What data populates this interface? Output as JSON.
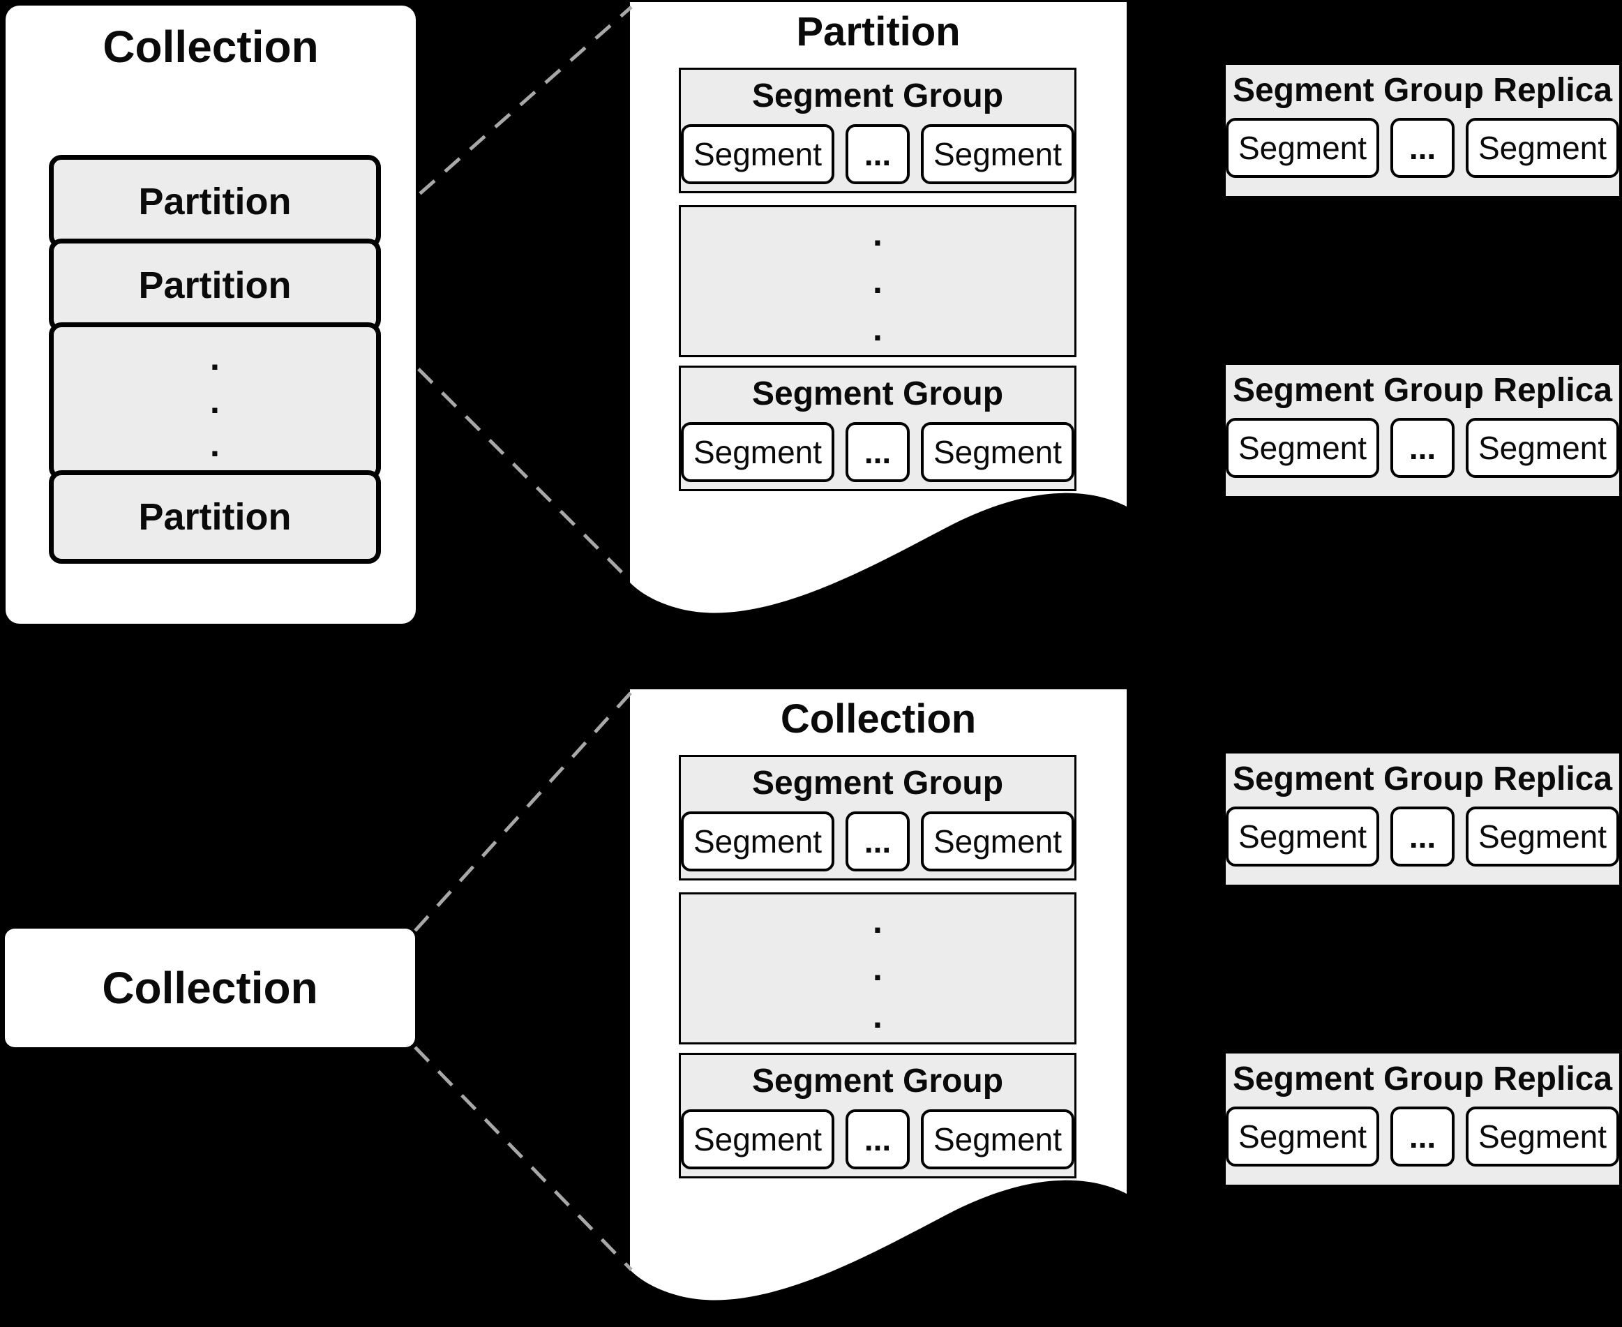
{
  "colors": {
    "background": "#000000",
    "panel_fill": "#ffffff",
    "box_fill": "#ececec",
    "border": "#000000",
    "dashed": "#a8a8a8"
  },
  "left_collection": {
    "title": "Collection",
    "partitions": [
      "Partition",
      "Partition",
      "Partition"
    ],
    "ellipsis_dots": [
      ".",
      ".",
      "."
    ]
  },
  "partition_sheet": {
    "title": "Partition",
    "segment_groups": [
      {
        "title": "Segment Group",
        "segments": [
          "Segment",
          "...",
          "Segment"
        ]
      },
      {
        "title": "Segment Group",
        "segments": [
          "Segment",
          "...",
          "Segment"
        ]
      }
    ],
    "ellipsis_dots": [
      ".",
      ".",
      "."
    ]
  },
  "collection_sheet": {
    "title": "Collection",
    "segment_groups": [
      {
        "title": "Segment Group",
        "segments": [
          "Segment",
          "...",
          "Segment"
        ]
      },
      {
        "title": "Segment Group",
        "segments": [
          "Segment",
          "...",
          "Segment"
        ]
      }
    ],
    "ellipsis_dots": [
      ".",
      ".",
      "."
    ]
  },
  "collection_label_box": {
    "title": "Collection"
  },
  "replicas": [
    {
      "title": "Segment Group Replica",
      "segments": [
        "Segment",
        "...",
        "Segment"
      ]
    },
    {
      "title": "Segment Group Replica",
      "segments": [
        "Segment",
        "...",
        "Segment"
      ]
    },
    {
      "title": "Segment Group Replica",
      "segments": [
        "Segment",
        "...",
        "Segment"
      ]
    },
    {
      "title": "Segment Group Replica",
      "segments": [
        "Segment",
        "...",
        "Segment"
      ]
    }
  ]
}
